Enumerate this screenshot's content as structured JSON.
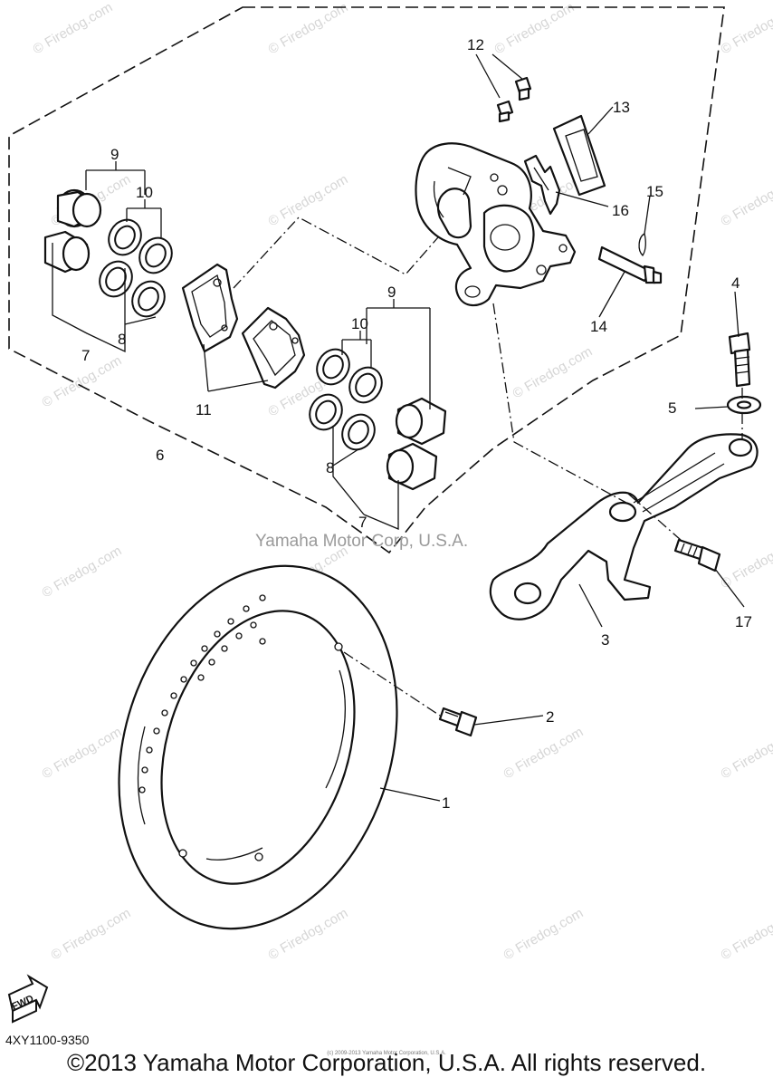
{
  "diagram": {
    "callouts": [
      "1",
      "2",
      "3",
      "4",
      "5",
      "6",
      "7",
      "7",
      "8",
      "8",
      "9",
      "9",
      "10",
      "10",
      "11",
      "12",
      "13",
      "14",
      "15",
      "16",
      "17"
    ],
    "fwd_label": "FWD",
    "center_watermark": "Yamaha Motor Corp, U.S.A.",
    "site_watermark": "© Firedog.com"
  },
  "footer": {
    "part_number": "4XY1100-9350",
    "copyright": "©2013 Yamaha Motor Corporation, U.S.A. All rights reserved.",
    "tiny_copyright": "(c) 2009-2013 Yamaha Motor Corporation, U.S.A."
  }
}
